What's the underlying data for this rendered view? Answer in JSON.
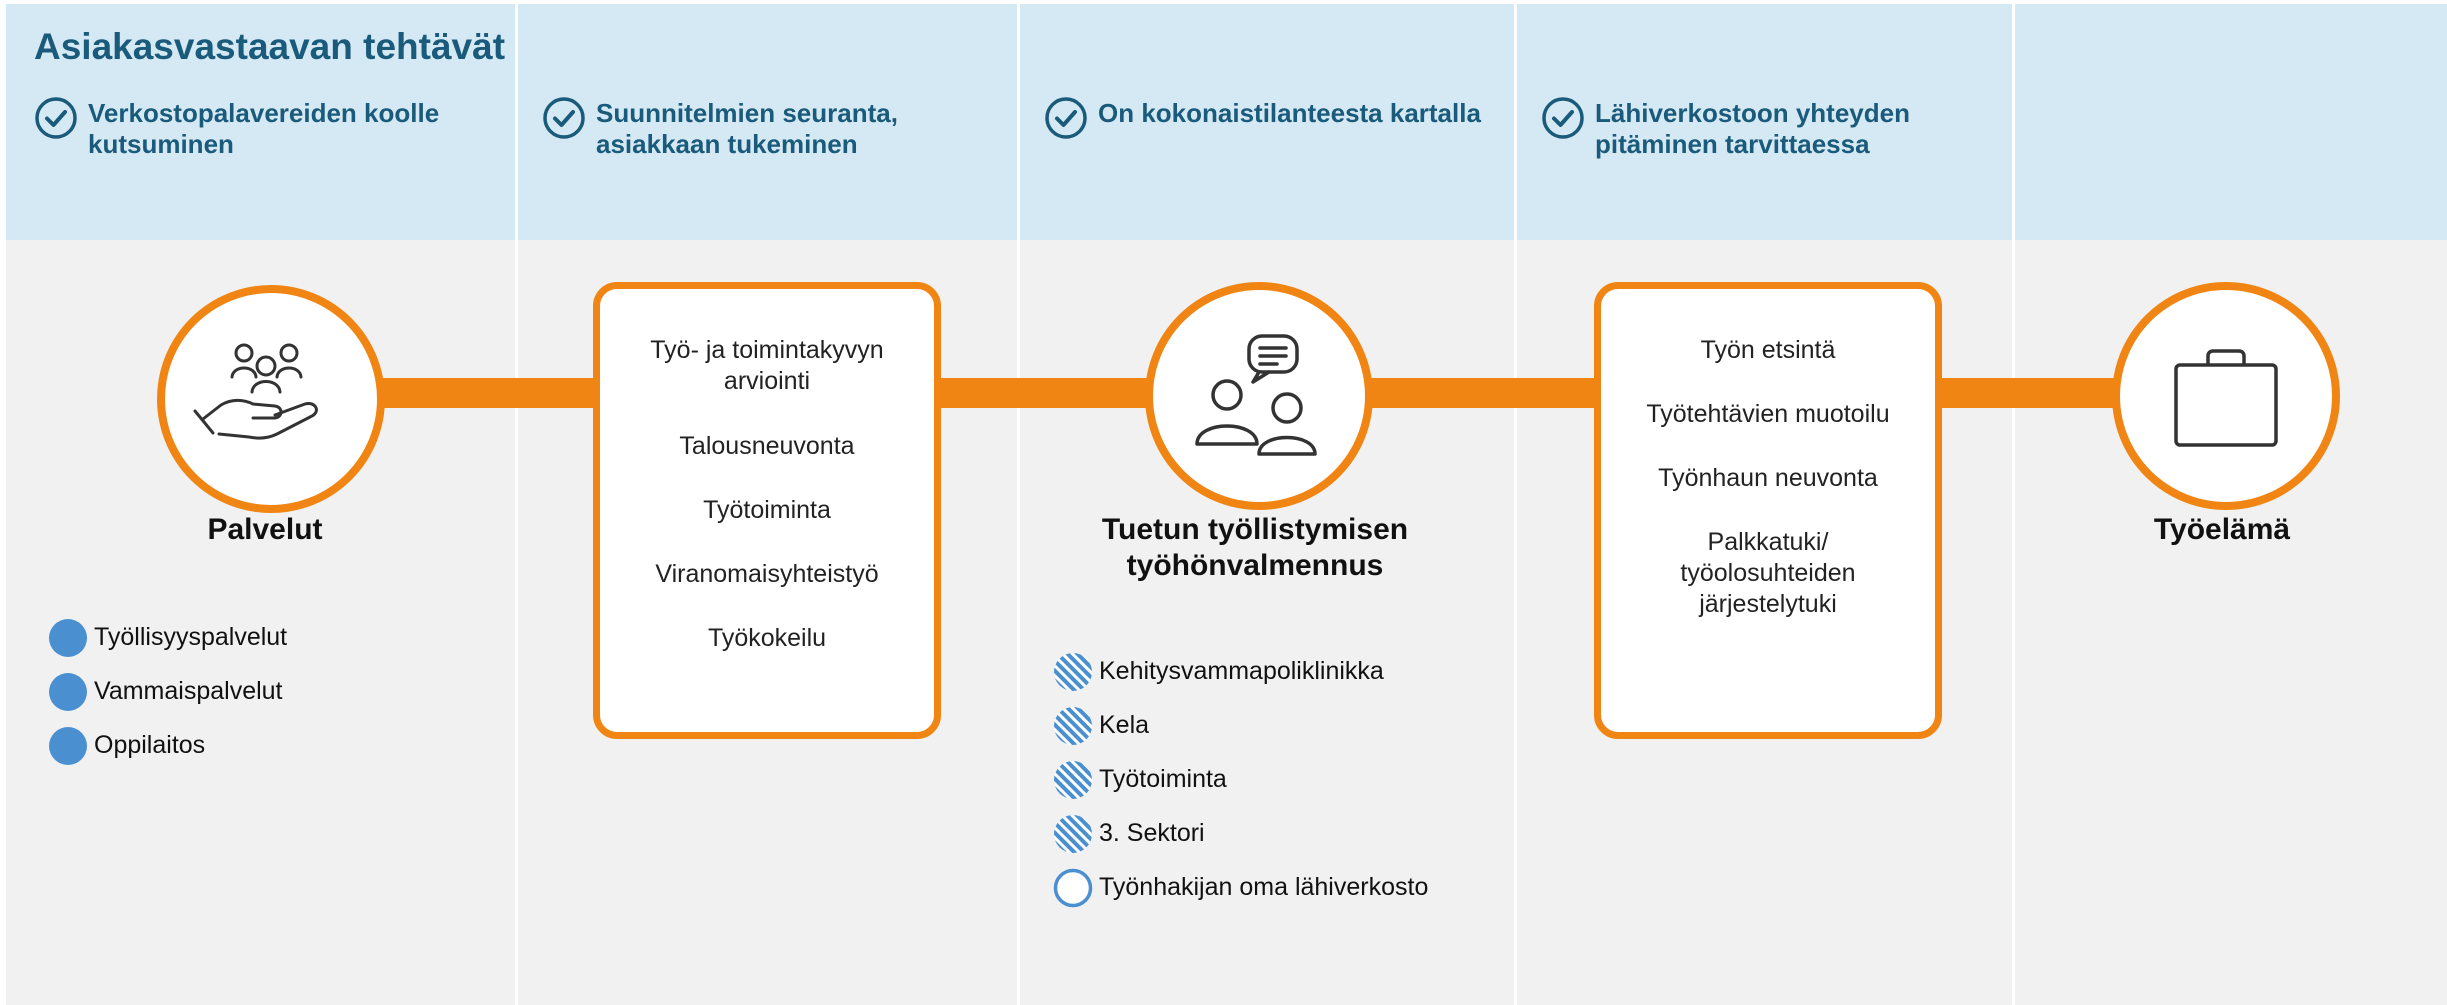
{
  "header": {
    "title": "Asiakasvastaavan tehtävät",
    "tasks": [
      {
        "label": "Verkostopalavereiden koolle kutsuminen"
      },
      {
        "label": "Suunnitelmien seuranta, asiakkaan tukeminen"
      },
      {
        "label": "On kokonaistilanteesta kartalla"
      },
      {
        "label": "Lähiverkostoon yhteyden pitäminen tarvittaessa"
      }
    ]
  },
  "nodes": {
    "services": {
      "label": "Palvelut",
      "icon": "people-in-hand-icon"
    },
    "box1": {
      "items": [
        "Työ- ja toimintakyvyn arviointi",
        "Talousneuvonta",
        "Työtoiminta",
        "Viranomaisyhteistyö",
        "Työkokeilu"
      ]
    },
    "coaching": {
      "label": "Tuetun työllistymisen työhönvalmennus",
      "icon": "two-people-chat-icon"
    },
    "box2": {
      "items": [
        "Työn etsintä",
        "Työtehtävien muotoilu",
        "Työnhaun neuvonta",
        "Palkkatuki/ työolosuhteiden järjestelytuki"
      ]
    },
    "worklife": {
      "label": "Työelämä",
      "icon": "briefcase-icon"
    }
  },
  "legend_services": {
    "items": [
      {
        "label": "Työllisyyspalvelut",
        "style": "solid"
      },
      {
        "label": "Vammaispalvelut",
        "style": "solid"
      },
      {
        "label": "Oppilaitos",
        "style": "solid"
      }
    ]
  },
  "legend_coaching": {
    "items": [
      {
        "label": "Kehitysvammapoliklinikka",
        "style": "hatched"
      },
      {
        "label": "Kela",
        "style": "hatched"
      },
      {
        "label": "Työtoiminta",
        "style": "hatched"
      },
      {
        "label": "3. Sektori",
        "style": "hatched"
      },
      {
        "label": "Työnhakijan oma lähiverkosto",
        "style": "outline"
      }
    ]
  },
  "colors": {
    "header_bg": "#d5e9f5",
    "body_bg": "#f1f1f1",
    "accent_orange": "#f08513",
    "heading_blue": "#1a5a7a",
    "bullet_blue": "#4a90d0"
  }
}
